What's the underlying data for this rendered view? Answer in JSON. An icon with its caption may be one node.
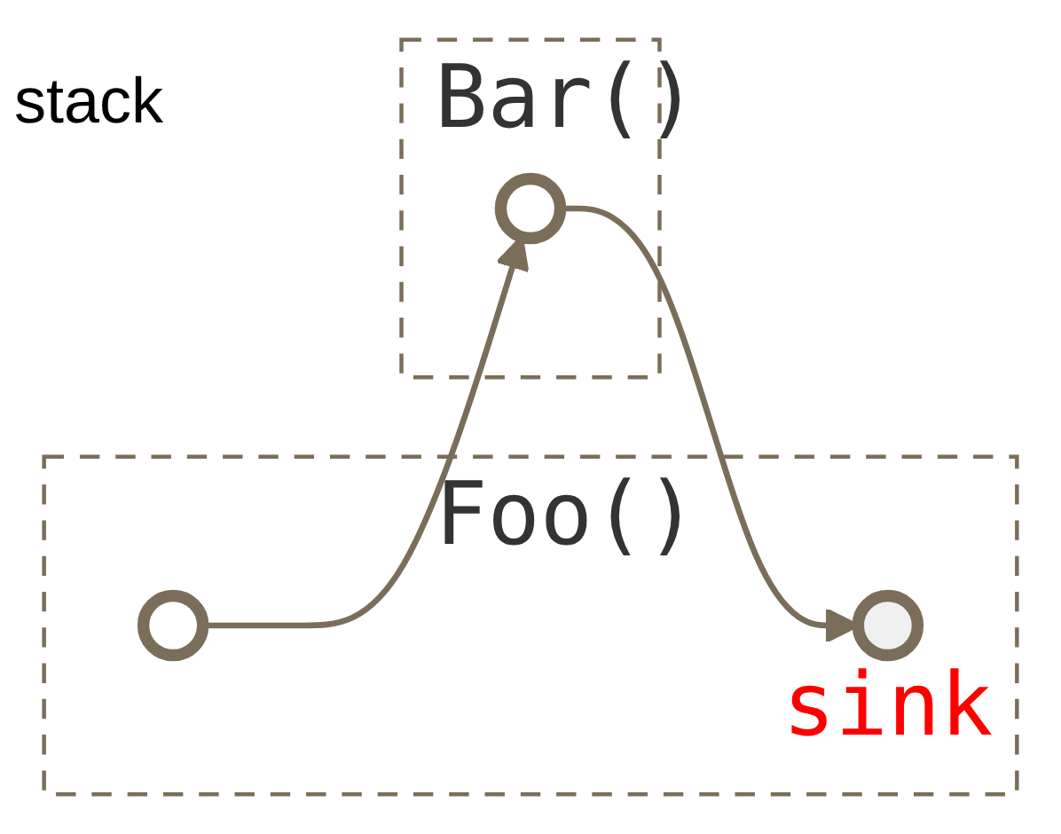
{
  "diagram": {
    "nodes": [
      {
        "text": [
          "Foo()"
        ]
      },
      {
        "text": [
          "Bar()"
        ]
      },
      {
        "text": [],
        "shape": "circle",
        "in": 0
      },
      {
        "text": [],
        "shape": "circle",
        "in": 1
      },
      {
        "text": [],
        "shape": "circle",
        "in": 0,
        "beside": [
          "sink"
        ]
      }
    ],
    "edges": [
      {
        "from": 2,
        "to": 3,
        "arrow": "to"
      },
      {
        "from": 3,
        "to": 4,
        "arrow": "to"
      }
    ],
    "labels": [
      "stack"
    ]
  }
}
